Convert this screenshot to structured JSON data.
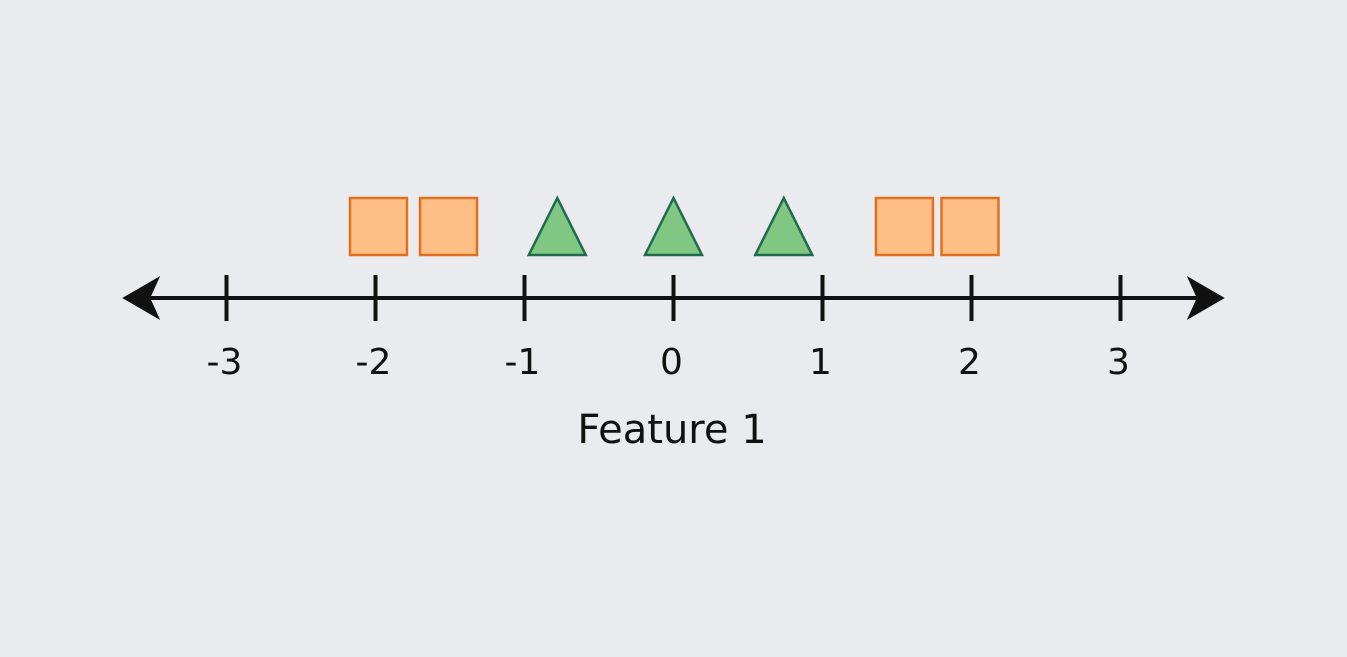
{
  "chart_data": {
    "type": "scatter",
    "title": "",
    "xlabel": "Feature 1",
    "ylabel": "",
    "xlim": [
      -3.7,
      3.7
    ],
    "xticks": [
      -3,
      -2,
      -1,
      0,
      1,
      2,
      3
    ],
    "xtick_labels": [
      "-3",
      "-2",
      "-1",
      "0",
      "1",
      "2",
      "3"
    ],
    "grid": false,
    "series": [
      {
        "marker": "square",
        "fill": "#fdbf86",
        "stroke": "#e0701f",
        "x": [
          -1.98,
          -1.51,
          1.55,
          1.99
        ]
      },
      {
        "marker": "triangle",
        "fill": "#81c784",
        "stroke": "#1f6b4d",
        "x": [
          -0.78,
          0.0,
          0.74
        ]
      }
    ]
  },
  "colors": {
    "background": "#e9ebee",
    "axis": "#111111"
  }
}
